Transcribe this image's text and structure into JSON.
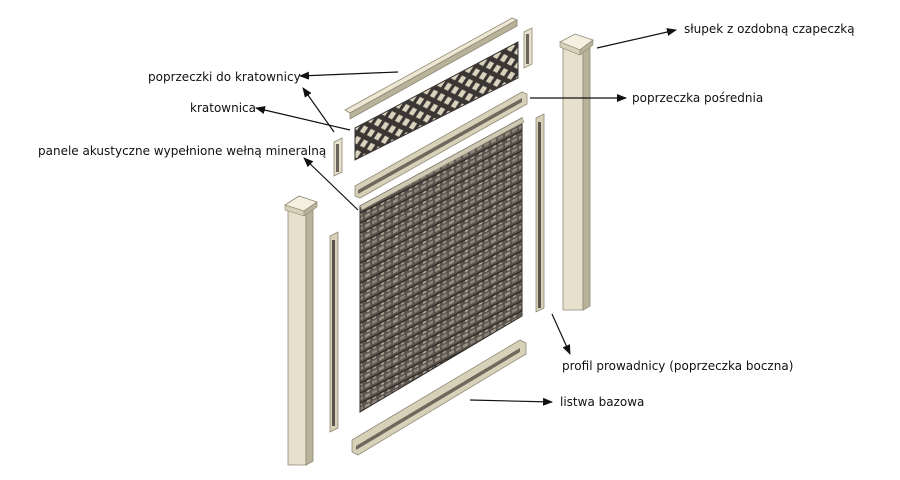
{
  "labels": {
    "post_with_cap": "słupek z ozdobną czapeczką",
    "lattice_rails": "poprzeczki do kratownicy",
    "middle_rail": "poprzeczka pośrednia",
    "lattice": "kratownica",
    "acoustic_panels": "panele akustyczne wypełnione wełną mineralną",
    "guide_profile": "profil prowadnicy (poprzeczka boczna)",
    "base_strip": "listwa bazowa"
  },
  "colors": {
    "post_front": "#e6e0cc",
    "post_side": "#b9b29b",
    "post_top": "#f4f0e2",
    "panel_dark": "#4a4540",
    "panel_light": "#8a8276",
    "lattice_dark": "#3a3633",
    "arrow": "#111111"
  }
}
